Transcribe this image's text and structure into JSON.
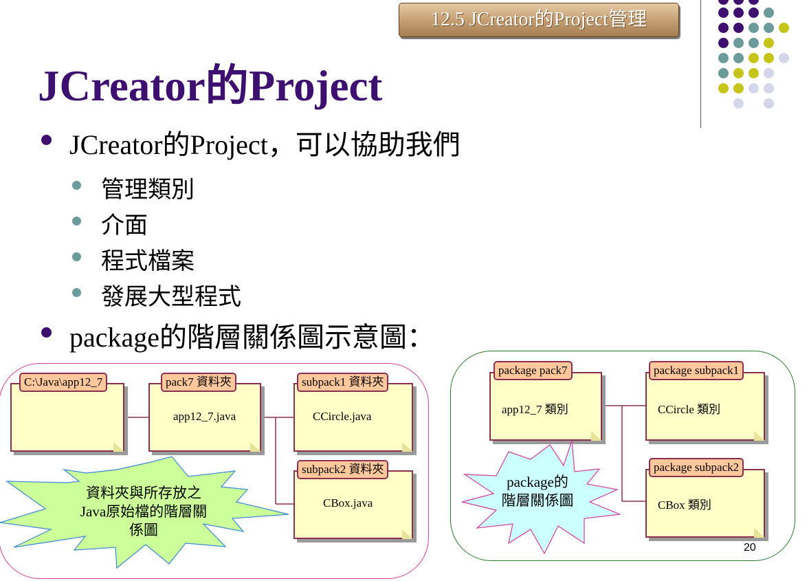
{
  "header": {
    "badge": "12.5 JCreator的Project管理"
  },
  "title": "JCreator的Project",
  "bullets": {
    "item1": "JCreator的Project，可以協助我們",
    "subitems": [
      "管理類別",
      "介面",
      "程式檔案",
      "發展大型程式"
    ],
    "item2": "package的階層關係圖示意圖："
  },
  "left_diagram": {
    "root_tab": "C:\\Java\\app12_7",
    "pack7_tab": "pack7 資料夾",
    "pack7_file": "app12_7.java",
    "sub1_tab": "subpack1 資料夾",
    "sub1_file": "CCircle.java",
    "sub2_tab": "subpack2 資料夾",
    "sub2_file": "CBox.java",
    "callout": [
      "資料夾與所存放之",
      "Java原始檔的階層關",
      "係圖"
    ]
  },
  "right_diagram": {
    "pack7_tab": "package pack7",
    "pack7_text": "app12_7 類別",
    "sub1_tab": "package subpack1",
    "sub1_text": "CCircle 類別",
    "sub2_tab": "package subpack2",
    "sub2_text": "CBox 類別",
    "callout": [
      "package的",
      "階層關係圖"
    ]
  },
  "page_number": "20",
  "colors": {
    "title": "#3d0f6e",
    "note_fill": "#ffffc7",
    "tab_fill": "#ffc89c",
    "note_border": "#8b2f4e",
    "left_panel_border": "#d23ba0",
    "right_panel_border": "#2a7a2a",
    "left_burst": "#ccff99",
    "right_burst": "#ccffff",
    "dot_purple": "#3d0f6e",
    "dot_teal": "#6b9b9b",
    "dot_olive": "#c6c41a",
    "dot_lavender": "#d4d6ea"
  }
}
